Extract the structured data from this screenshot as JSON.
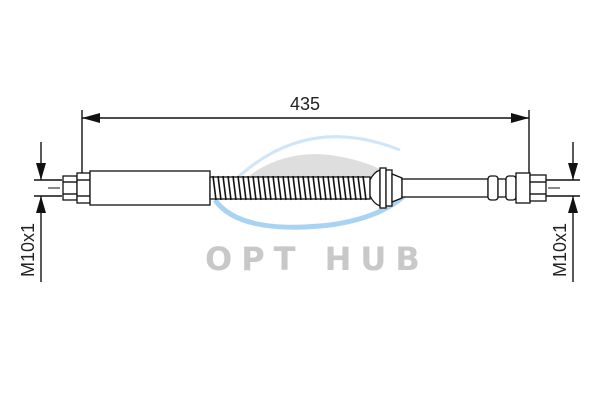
{
  "drawing": {
    "length_dimension": "435",
    "left_thread": "M10x1",
    "right_thread": "M10x1"
  },
  "watermark": {
    "text": "OPT HUB",
    "colors": {
      "text": "#c8c8c8",
      "swoosh": "#a9d3f2",
      "car": "#d9d9d9"
    }
  }
}
